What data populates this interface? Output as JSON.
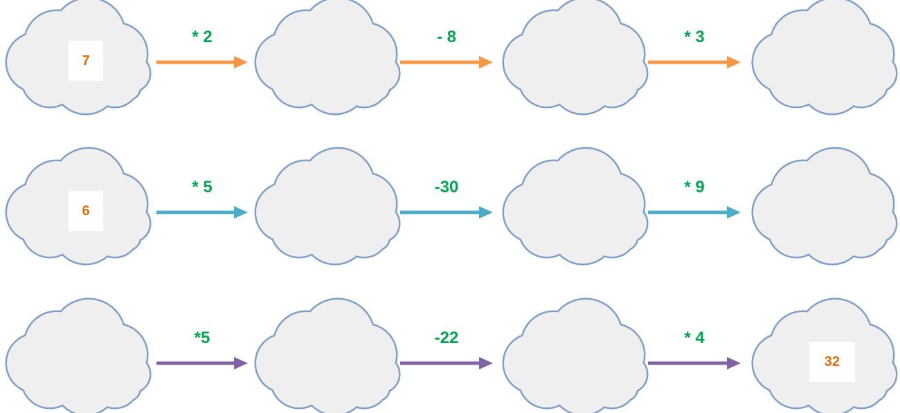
{
  "colors": {
    "cloud_fill": "#efefef",
    "cloud_stroke": "#7e9fc8",
    "operation_text": "#00a651",
    "number_text": "#e36c0a",
    "number_box": "#ffffff"
  },
  "chains": [
    {
      "arrow_color": "#f79646",
      "clouds": [
        {
          "value": "7"
        },
        {
          "value": ""
        },
        {
          "value": ""
        },
        {
          "value": ""
        }
      ],
      "operations": [
        "* 2",
        "- 8",
        "* 3"
      ]
    },
    {
      "arrow_color": "#4bacc6",
      "clouds": [
        {
          "value": "6"
        },
        {
          "value": ""
        },
        {
          "value": ""
        },
        {
          "value": ""
        }
      ],
      "operations": [
        "* 5",
        "-30",
        "* 9"
      ]
    },
    {
      "arrow_color": "#8064a2",
      "clouds": [
        {
          "value": ""
        },
        {
          "value": ""
        },
        {
          "value": ""
        },
        {
          "value": "32"
        }
      ],
      "operations": [
        "*5",
        "-22",
        "* 4"
      ]
    }
  ]
}
